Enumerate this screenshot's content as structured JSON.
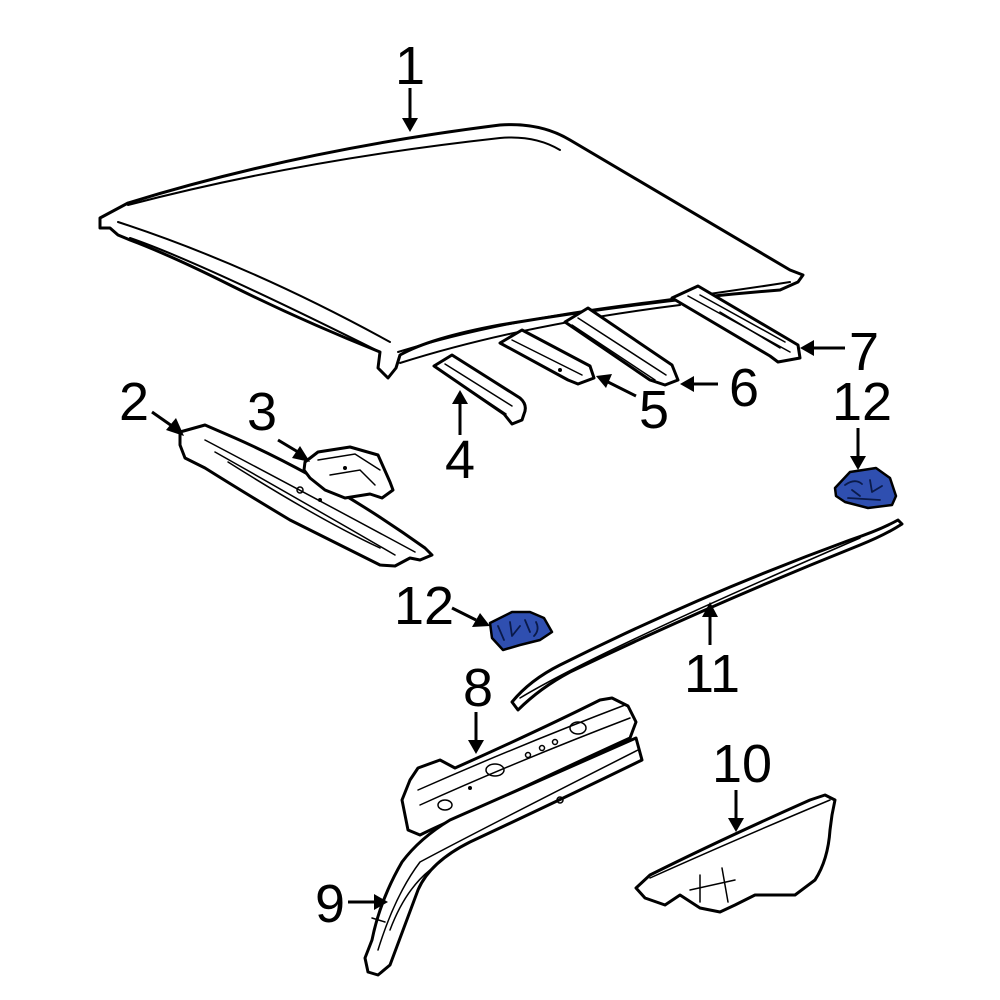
{
  "diagram": {
    "highlight_color": "#2f4fb0",
    "callouts": [
      {
        "id": "c1",
        "label": "1"
      },
      {
        "id": "c2",
        "label": "2"
      },
      {
        "id": "c3",
        "label": "3"
      },
      {
        "id": "c4",
        "label": "4"
      },
      {
        "id": "c5",
        "label": "5"
      },
      {
        "id": "c6",
        "label": "6"
      },
      {
        "id": "c7",
        "label": "7"
      },
      {
        "id": "c8",
        "label": "8"
      },
      {
        "id": "c9",
        "label": "9"
      },
      {
        "id": "c10",
        "label": "10"
      },
      {
        "id": "c11",
        "label": "11"
      },
      {
        "id": "c12a",
        "label": "12"
      },
      {
        "id": "c12b",
        "label": "12"
      }
    ]
  }
}
